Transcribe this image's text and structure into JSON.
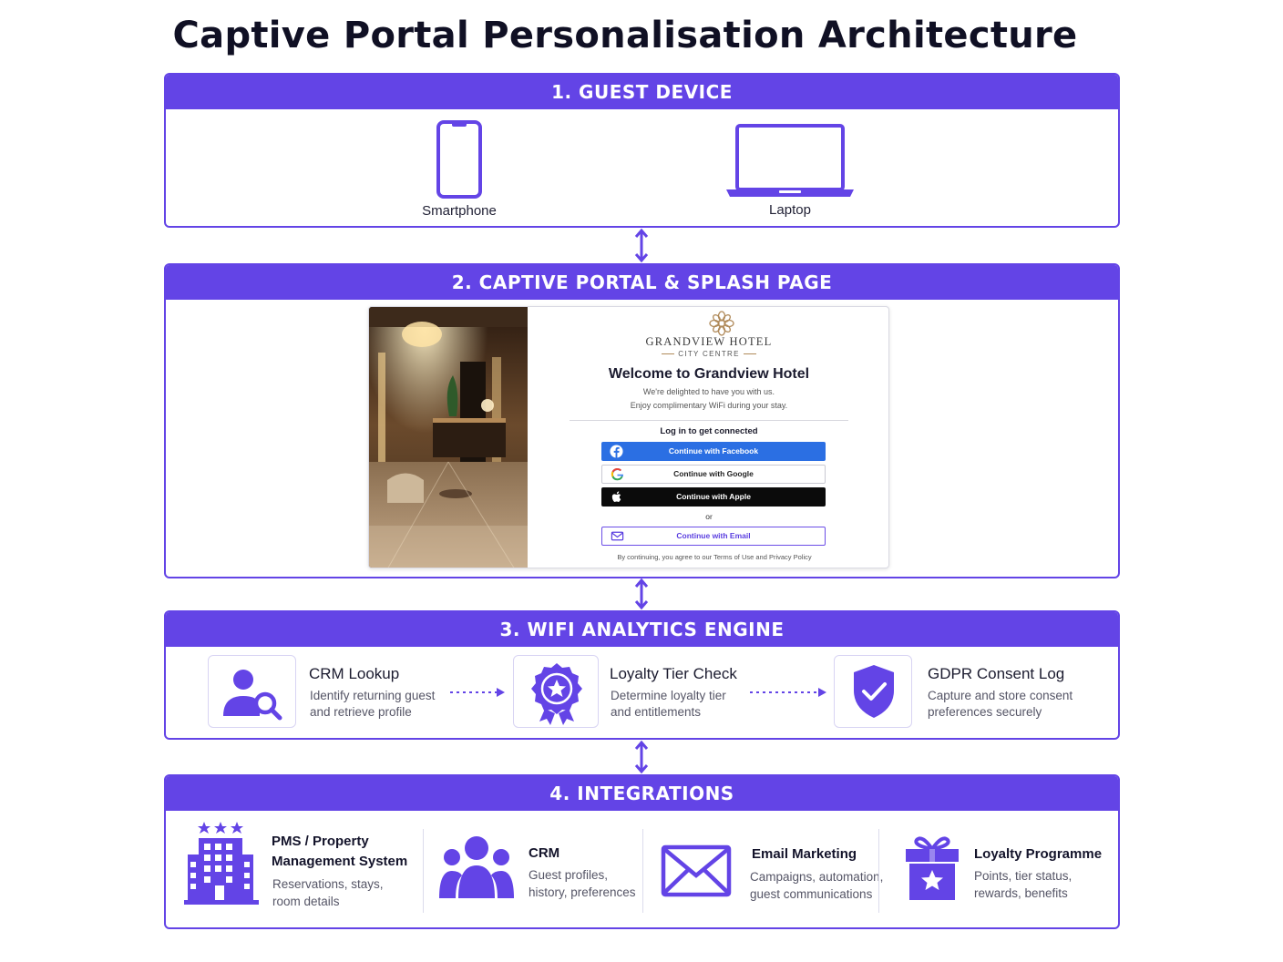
{
  "title": "Captive Portal Personalisation Architecture",
  "colors": {
    "accent": "#6344e6",
    "facebook": "#2b6fe3",
    "apple": "#0b0b0b"
  },
  "sections": {
    "device": {
      "header": "1. GUEST DEVICE",
      "items": [
        {
          "label": "Smartphone",
          "icon": "smartphone-icon"
        },
        {
          "label": "Laptop",
          "icon": "laptop-icon"
        }
      ]
    },
    "portal": {
      "header": "2. CAPTIVE PORTAL & SPLASH PAGE",
      "splash": {
        "brand": "GRANDVIEW HOTEL",
        "brand_sub": "CITY CENTRE",
        "welcome": "Welcome to Grandview Hotel",
        "tagline_1": "We're delighted to have you with us.",
        "tagline_2": "Enjoy complimentary WiFi during your stay.",
        "login_title": "Log in to get connected",
        "facebook_btn": "Continue with Facebook",
        "google_btn": "Continue with Google",
        "apple_btn": "Continue with Apple",
        "or": "or",
        "email_btn": "Continue with Email",
        "terms": "By continuing, you agree to our Terms of Use and Privacy Policy"
      }
    },
    "engine": {
      "header": "3. WIFI ANALYTICS ENGINE",
      "steps": [
        {
          "title": "CRM Lookup",
          "desc_1": "Identify returning guest",
          "desc_2": "and retrieve profile",
          "icon": "user-search-icon"
        },
        {
          "title": "Loyalty Tier Check",
          "desc_1": "Determine loyalty tier",
          "desc_2": "and entitlements",
          "icon": "badge-star-icon"
        },
        {
          "title": "GDPR Consent Log",
          "desc_1": "Capture and store consent",
          "desc_2": "preferences securely",
          "icon": "shield-check-icon"
        }
      ]
    },
    "integrations": {
      "header": "4. INTEGRATIONS",
      "items": [
        {
          "title_1": "PMS / Property",
          "title_2": "Management System",
          "desc_1": "Reservations, stays,",
          "desc_2": "room details",
          "icon": "hotel-building-icon"
        },
        {
          "title_1": "CRM",
          "desc_1": "Guest profiles,",
          "desc_2": "history, preferences",
          "icon": "people-icon"
        },
        {
          "title_1": "Email Marketing",
          "desc_1": "Campaigns, automation,",
          "desc_2": "guest communications",
          "icon": "envelope-icon"
        },
        {
          "title_1": "Loyalty Programme",
          "desc_1": "Points, tier status,",
          "desc_2": "rewards, benefits",
          "icon": "gift-star-icon"
        }
      ]
    }
  }
}
